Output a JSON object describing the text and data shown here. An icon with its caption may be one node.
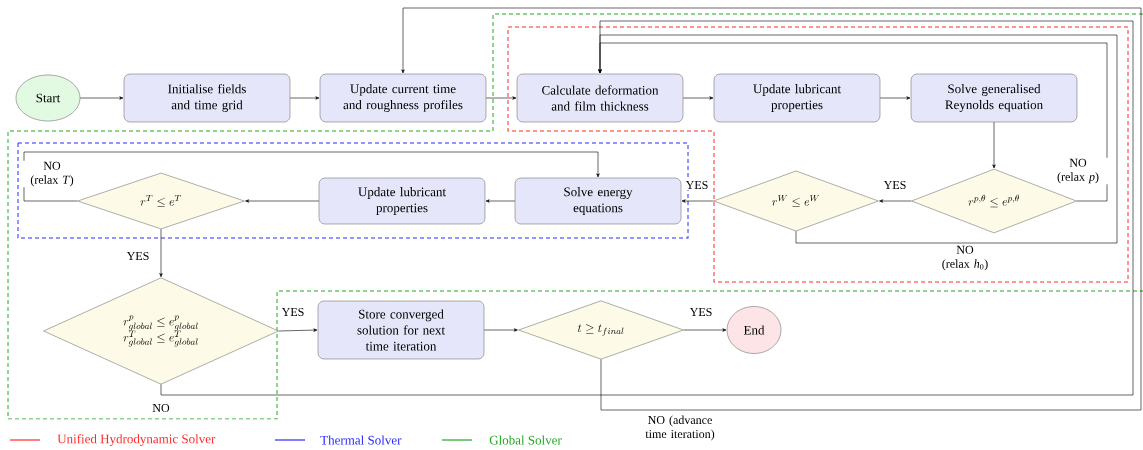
{
  "diagram": {
    "nodes": [
      {
        "text": [
          "Start"
        ]
      },
      {
        "text": [
          "Initialise fields and time grid"
        ]
      },
      {
        "text": [
          "Update current time and roughness profiles"
        ]
      },
      {
        "text": [
          "Calculate deformation and film thickness"
        ]
      },
      {
        "text": [
          "Update lubricant properties"
        ]
      },
      {
        "text": [
          "Solve generalised Reynolds equation"
        ]
      },
      {
        "text": [
          "r^{W} \\leq e^{W}"
        ]
      },
      {
        "text": [
          "r^{p,\\theta} \\leq e^{p,\\theta}"
        ]
      },
      {
        "text": [
          "Solve energy equations"
        ]
      },
      {
        "text": [
          "Update lubricant properties"
        ]
      },
      {
        "text": [
          "r^{T} \\leq e^{T}"
        ]
      },
      {
        "text": [
          "r^{p}_{global} \\leq e^{p}_{global}",
          "r^{T}_{global} \\leq e^{T}_{global}"
        ]
      },
      {
        "text": [
          "Store converged solution for next time iteration"
        ]
      },
      {
        "text": [
          "t \\geq t_{final}"
        ]
      },
      {
        "text": [
          "End"
        ]
      }
    ],
    "edges": [
      {
        "from": 0,
        "to": 1,
        "arrow": "to"
      },
      {
        "from": 1,
        "to": 2,
        "arrow": "to"
      },
      {
        "from": 2,
        "to": 3,
        "arrow": "to"
      },
      {
        "from": 3,
        "to": 4,
        "arrow": "to"
      },
      {
        "from": 4,
        "to": 5,
        "arrow": "to"
      },
      {
        "from": 5,
        "to": 7,
        "arrow": "to"
      },
      {
        "from": 7,
        "to": 6,
        "arrow": "to",
        "label": "YES"
      },
      {
        "from": 7,
        "to": 3,
        "arrow": "to",
        "label": "NO (relax *p*)"
      },
      {
        "from": 6,
        "to": 8,
        "arrow": "to",
        "label": "YES"
      },
      {
        "from": 6,
        "to": 3,
        "arrow": "to",
        "label": "NO (relax *h*$_{0}$)"
      },
      {
        "from": 8,
        "to": 9,
        "arrow": "to"
      },
      {
        "from": 9,
        "to": 10,
        "arrow": "to"
      },
      {
        "from": 10,
        "to": 8,
        "arrow": "to",
        "label": "NO (relax *T*)"
      },
      {
        "from": 10,
        "to": 11,
        "arrow": "to",
        "label": "YES"
      },
      {
        "from": 11,
        "to": 12,
        "arrow": "to",
        "label": "YES"
      },
      {
        "from": 11,
        "to": 3,
        "arrow": "to",
        "label": "NO"
      },
      {
        "from": 12,
        "to": 13,
        "arrow": "to"
      },
      {
        "from": 13,
        "to": 14,
        "arrow": "to",
        "label": "YES"
      },
      {
        "from": 13,
        "to": 2,
        "arrow": "to",
        "label": "NO (advance time iteration)"
      }
    ],
    "legend": [
      {
        "text": "Unified Hydrodynamic Solver",
        "color": "#ff2a2a"
      },
      {
        "text": "Thermal Solver",
        "color": "#2a2aff"
      },
      {
        "text": "Global Solver",
        "color": "#1fa81f"
      }
    ]
  }
}
